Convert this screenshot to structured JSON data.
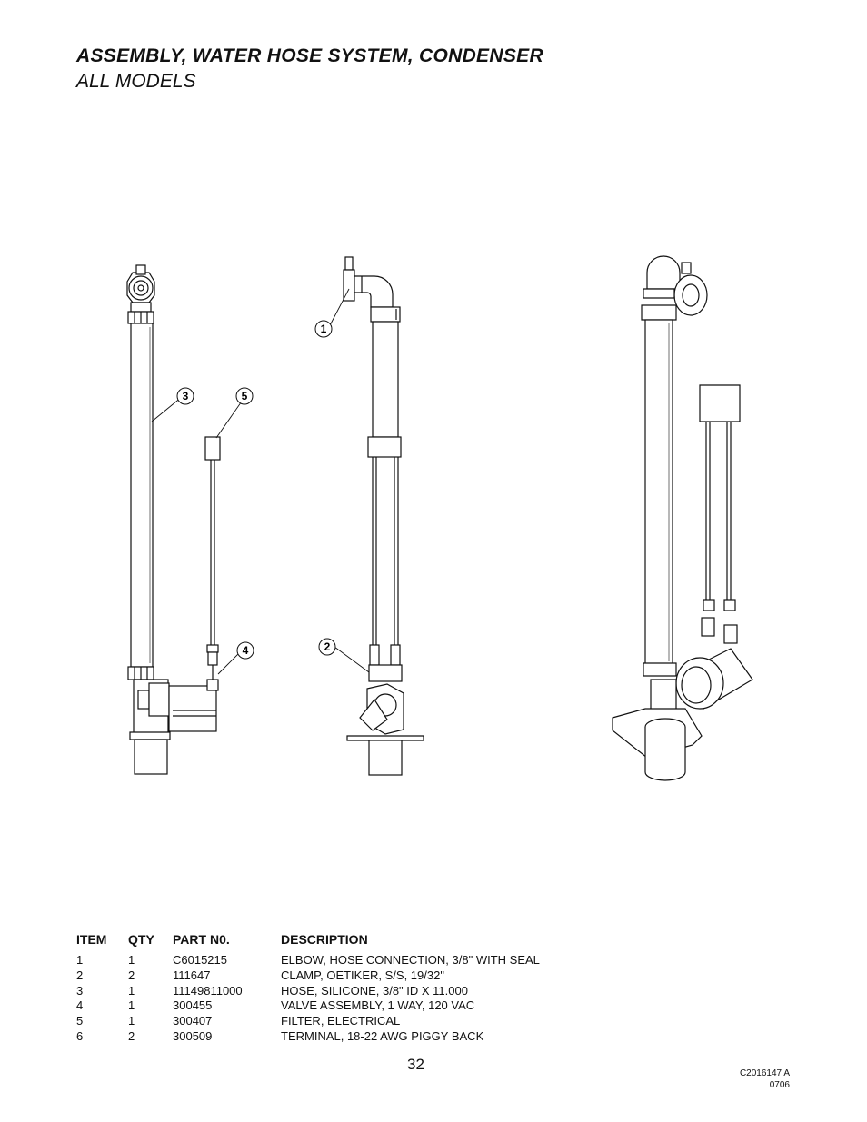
{
  "header": {
    "title": "ASSEMBLY, WATER HOSE SYSTEM, CONDENSER",
    "subtitle": "ALL MODELS"
  },
  "callouts": [
    "1",
    "2",
    "3",
    "4",
    "5"
  ],
  "parts_table": {
    "headers": [
      "ITEM",
      "QTY",
      "PART N0.",
      "DESCRIPTION"
    ],
    "rows": [
      {
        "item": "1",
        "qty": "1",
        "part": "C6015215",
        "desc": "ELBOW, HOSE CONNECTION, 3/8\" WITH SEAL"
      },
      {
        "item": "2",
        "qty": "2",
        "part": "111647",
        "desc": "CLAMP, OETIKER, S/S, 19/32\""
      },
      {
        "item": "3",
        "qty": "1",
        "part": "11149811000",
        "desc": "HOSE, SILICONE, 3/8\" ID X 11.000"
      },
      {
        "item": "4",
        "qty": "1",
        "part": "300455",
        "desc": "VALVE ASSEMBLY, 1 WAY, 120 VAC"
      },
      {
        "item": "5",
        "qty": "1",
        "part": "300407",
        "desc": "FILTER, ELECTRICAL"
      },
      {
        "item": "6",
        "qty": "2",
        "part": "300509",
        "desc": "TERMINAL, 18-22 AWG PIGGY BACK"
      }
    ]
  },
  "footer": {
    "page_number": "32",
    "doc_code": "C2016147 A",
    "doc_date": "0706"
  }
}
